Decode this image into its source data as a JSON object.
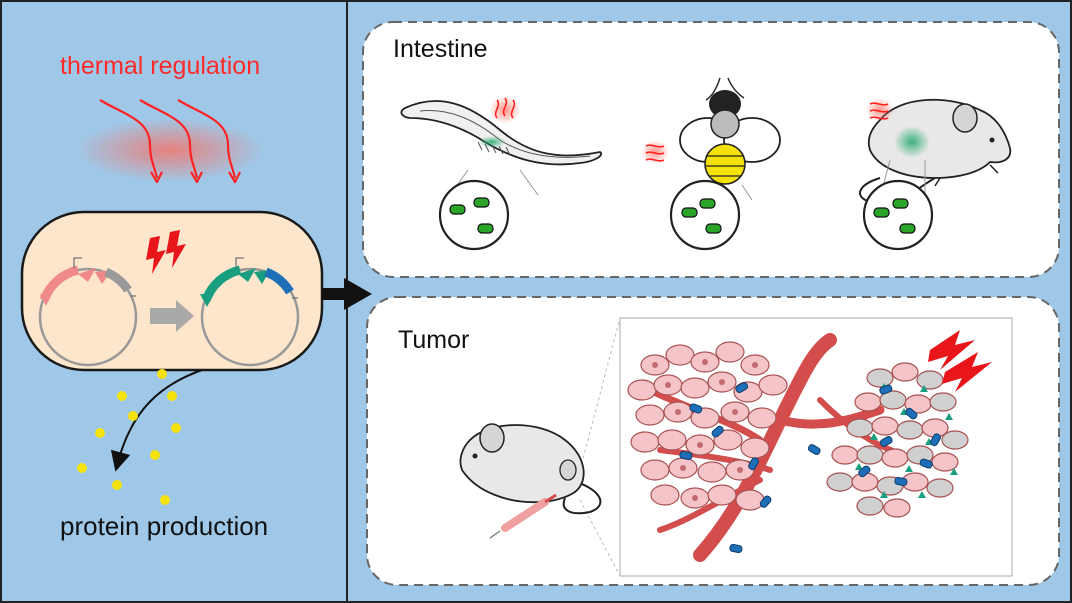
{
  "labels": {
    "thermal_regulation": "thermal regulation",
    "protein_production": "protein production",
    "intestine": "Intestine",
    "tumor": "Tumor"
  },
  "colors": {
    "background": "#9fc8e8",
    "cell_fill": "#fde6cc",
    "heat": "#ff2a2a",
    "plasmid_pink": "#f08a8a",
    "plasmid_teal": "#1a9e80",
    "plasmid_blue": "#1f6fb8",
    "bacteria_green": "#2aa52a",
    "protein_yellow": "#f5e20a",
    "tumor_pink": "#f4c4c8",
    "vessel_red": "#d44d4d"
  },
  "icons": [
    "heat-wave-icon",
    "lightning-icon",
    "bacteria-icon",
    "worm-icon",
    "bee-icon",
    "mouse-icon",
    "syringe-icon",
    "arrow-icon"
  ]
}
